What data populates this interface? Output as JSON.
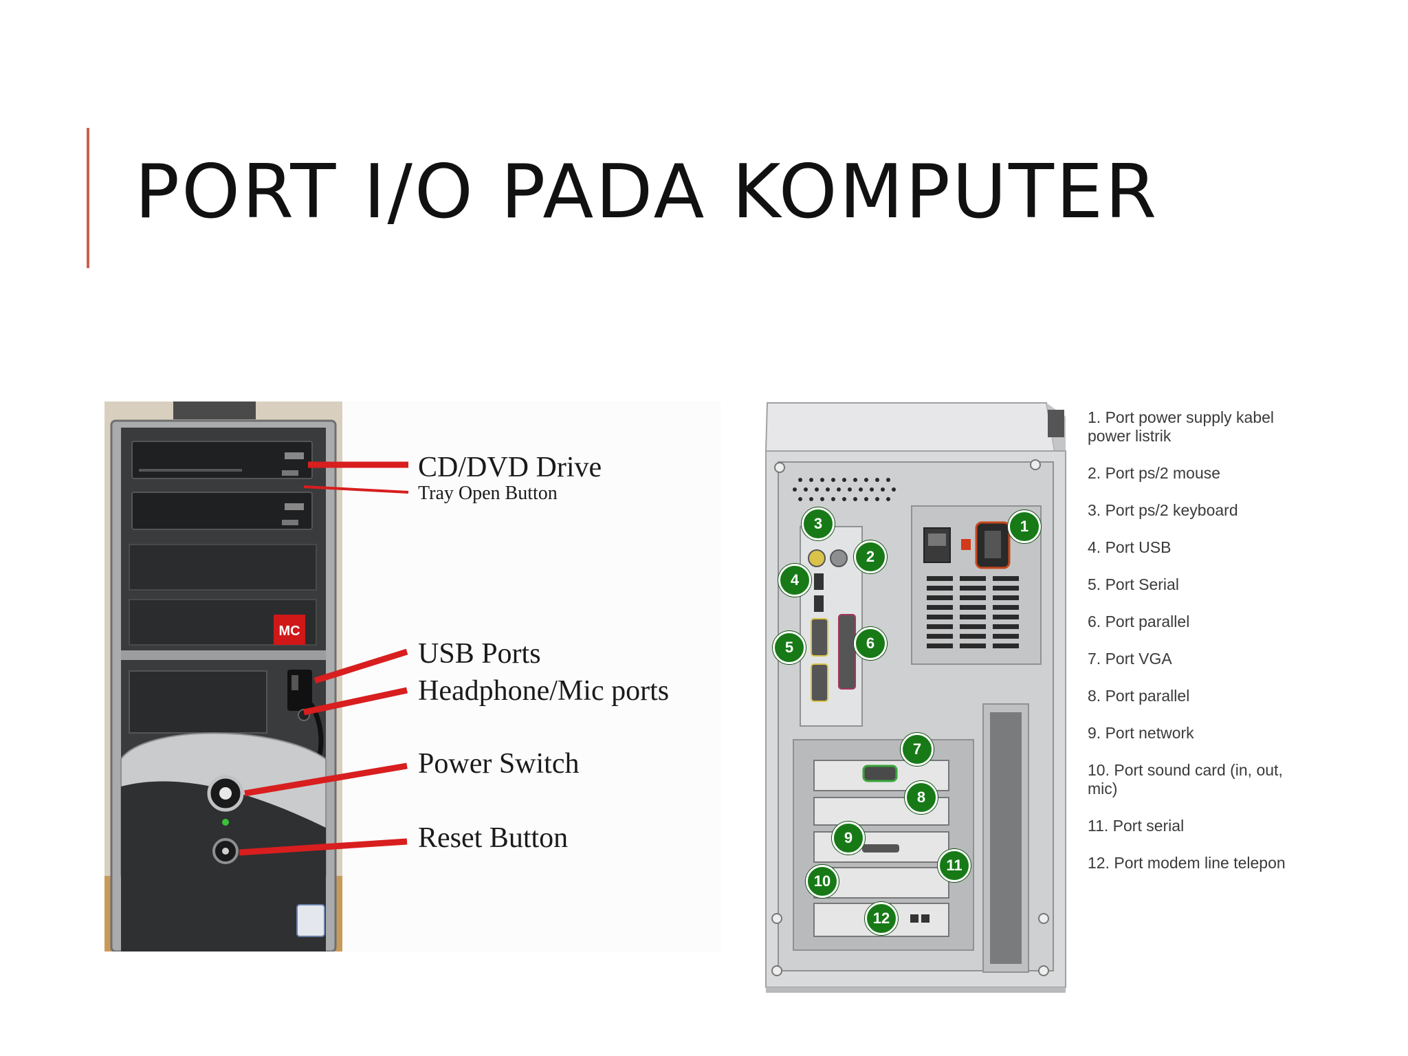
{
  "slide": {
    "title": "PORT I/O PADA KOMPUTER",
    "accent_color": "#c8624f"
  },
  "front_diagram": {
    "labels": {
      "cd_dvd_drive": "CD/DVD Drive",
      "tray_open_button": "Tray Open Button",
      "usb_ports": "USB Ports",
      "headphone_mic_ports": "Headphone/Mic ports",
      "power_switch": "Power Switch",
      "reset_button": "Reset Button"
    },
    "pointer_color": "#d81e1e",
    "logo_text": "MC"
  },
  "back_diagram": {
    "badge_color": "#177a17",
    "badges": [
      "1",
      "2",
      "3",
      "4",
      "5",
      "6",
      "7",
      "8",
      "9",
      "10",
      "11",
      "12"
    ]
  },
  "legend": {
    "items": [
      "1. Port power supply kabel power listrik",
      "2. Port ps/2 mouse",
      "3. Port ps/2 keyboard",
      "4. Port USB",
      "5. Port Serial",
      "6. Port parallel",
      "7. Port VGA",
      "8. Port parallel",
      "9. Port network",
      "10. Port sound card (in, out, mic)",
      "11. Port serial",
      "12. Port modem line telepon"
    ]
  }
}
